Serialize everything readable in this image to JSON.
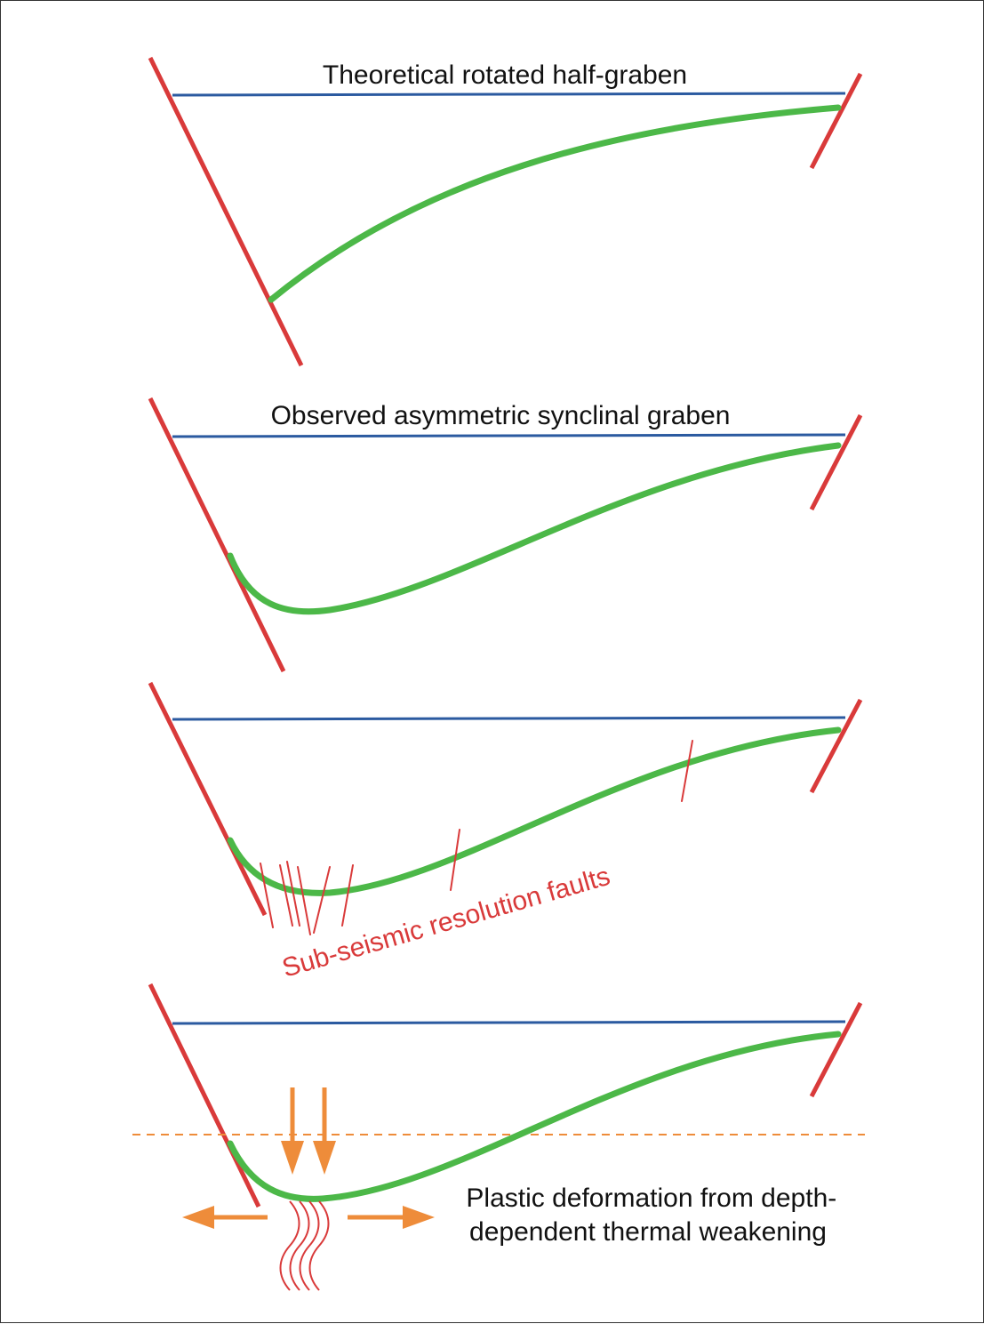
{
  "colors": {
    "fault": "#d93a3a",
    "surface": "#2b5aa0",
    "horizon": "#4cb848",
    "deformation": "#ee8c3a",
    "text": "#111111"
  },
  "panels": [
    {
      "title": "Theoretical rotated half-graben"
    },
    {
      "title": "Observed asymmetric synclinal graben"
    },
    {
      "title": "",
      "annotation": "Sub-seismic resolution faults"
    },
    {
      "title": "",
      "annotation_lines": [
        "Plastic deformation from depth-",
        "dependent thermal weakening"
      ]
    }
  ]
}
